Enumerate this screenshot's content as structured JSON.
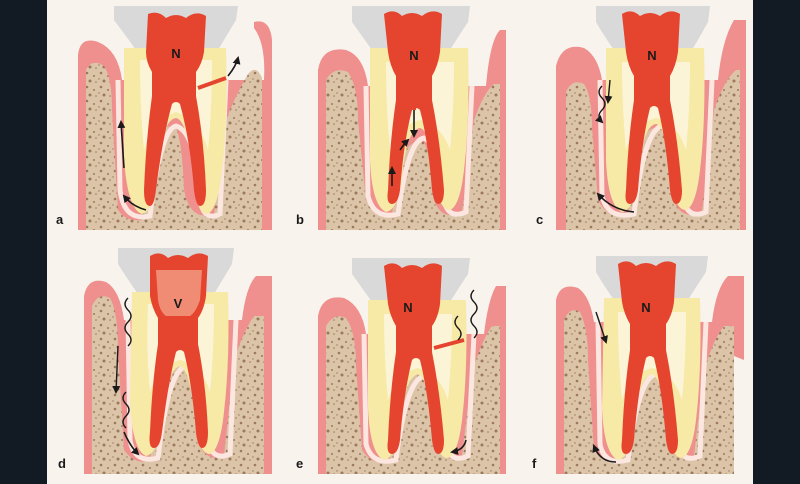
{
  "colors": {
    "frame": "#121a24",
    "background": "#f8f3ec",
    "gum": "#ef8f8e",
    "gum_light": "#f6b4ad",
    "bone": "#dcc4a8",
    "bone_dot": "#9b7a5c",
    "ligament": "#fbe7df",
    "dentin": "#f7e9a6",
    "dentin_light": "#fcf4d6",
    "pulp": "#e5452e",
    "pulp_light": "#f08b74",
    "crown": "#d9d9d9",
    "arrow": "#1a1a1a"
  },
  "panels": [
    {
      "id": "a",
      "label": "a",
      "pulp_label": "N"
    },
    {
      "id": "b",
      "label": "b",
      "pulp_label": "N"
    },
    {
      "id": "c",
      "label": "c",
      "pulp_label": "N"
    },
    {
      "id": "d",
      "label": "d",
      "pulp_label": "V"
    },
    {
      "id": "e",
      "label": "e",
      "pulp_label": "N"
    },
    {
      "id": "f",
      "label": "f",
      "pulp_label": "N"
    }
  ]
}
